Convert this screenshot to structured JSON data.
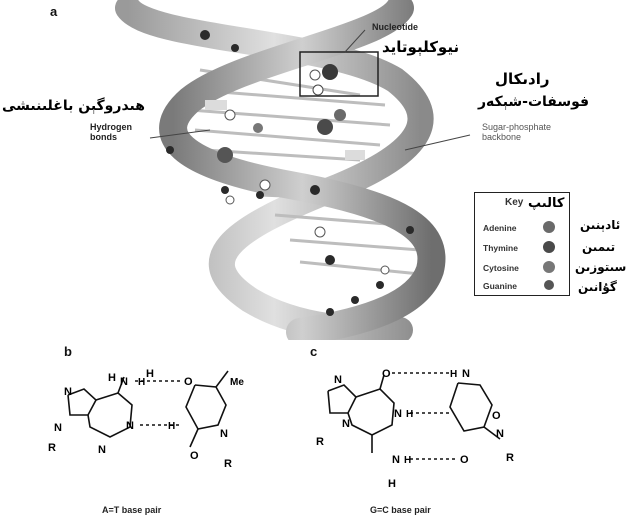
{
  "panels": {
    "a": "a",
    "b": "b",
    "c": "c"
  },
  "helix": {
    "nucleotide_en": "Nucleotide",
    "nucleotide_ug": "نيوكلېوتايد",
    "hydrogen_bonds_en": "Hydrogen bonds",
    "hydrogen_bonds_ug": "ھىدروگېن باغلىنىشى",
    "backbone_en": "Sugar-phosphate backbone",
    "backbone_ug_line1": "رادىكال",
    "backbone_ug_line2": "فوسفات-شېكەر"
  },
  "key": {
    "title_en": "Key",
    "title_ug": "كالىپ",
    "items": [
      {
        "en": "Adenine",
        "ug": "ئادېنىن",
        "color": "#6a6a6a"
      },
      {
        "en": "Thymine",
        "ug": "تىمىن",
        "color": "#4a4a4a"
      },
      {
        "en": "Cytosine",
        "ug": "سىتوزىن",
        "color": "#777777"
      },
      {
        "en": "Guanine",
        "ug": "گۇانىن",
        "color": "#555555"
      }
    ]
  },
  "at_pair": {
    "caption": "A=T base pair",
    "atoms": {
      "H1": "H",
      "H2": "H",
      "N_top": "N",
      "H_top": "H",
      "O_top": "O",
      "Me": "Me",
      "N_left": "N",
      "R_left": "R",
      "N_mid": "N",
      "H_mid": "H",
      "N_lowleft": "N",
      "O_bot": "O",
      "N_right": "N",
      "R_right": "R",
      "N_ring": "N"
    }
  },
  "gc_pair": {
    "caption": "G=C base pair",
    "atoms": {
      "O_top": "O",
      "H_top": "H",
      "N_top": "N",
      "N_ring": "N",
      "N_mid": "N",
      "H_mid": "H",
      "N_left": "N",
      "R_left": "R",
      "O_right": "O",
      "N_right": "N",
      "R_right": "R",
      "N_bot": "N",
      "H_bot": "H",
      "O_bot": "O",
      "H_under": "H"
    }
  }
}
